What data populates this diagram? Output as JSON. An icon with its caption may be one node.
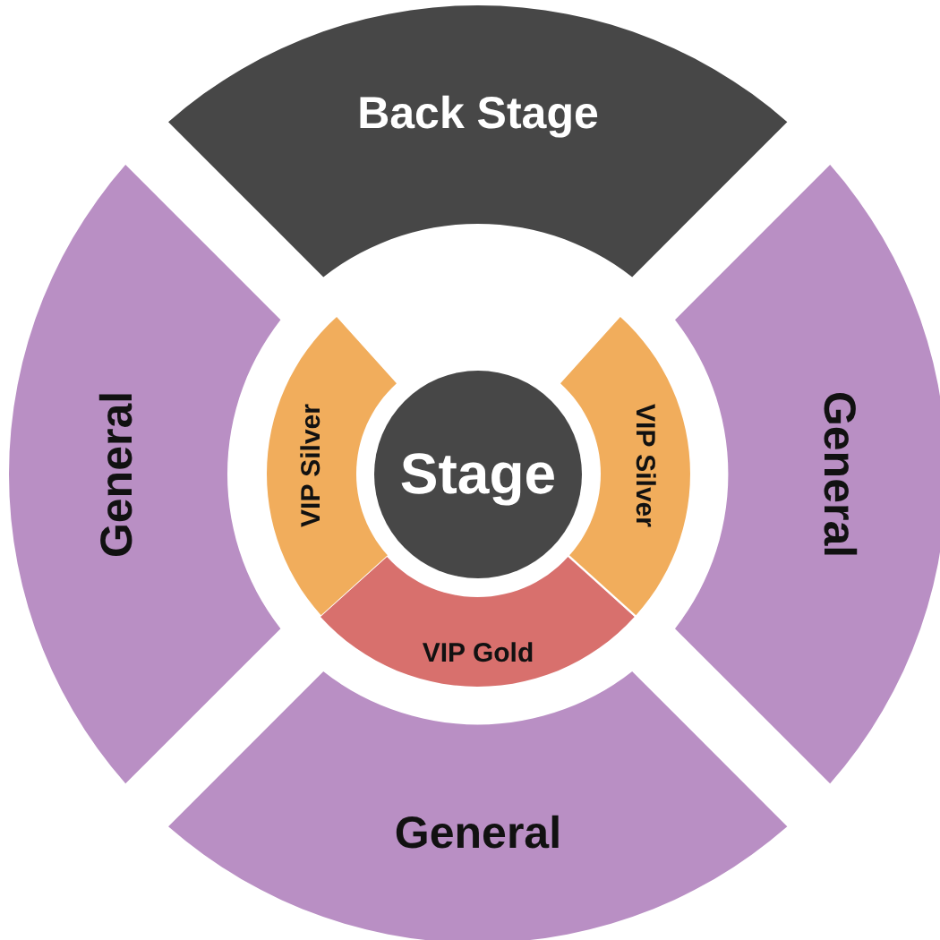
{
  "diagram": {
    "nodes": [
      {
        "text": [
          "Back Stage"
        ]
      },
      {
        "text": [
          "General"
        ]
      },
      {
        "text": [
          "General"
        ]
      },
      {
        "text": [
          "VIP Silver"
        ]
      },
      {
        "text": [
          "Stage"
        ]
      },
      {
        "text": [
          "VIP Silver"
        ]
      },
      {
        "text": [
          "VIP Gold"
        ]
      },
      {
        "text": [
          "General"
        ]
      }
    ]
  }
}
